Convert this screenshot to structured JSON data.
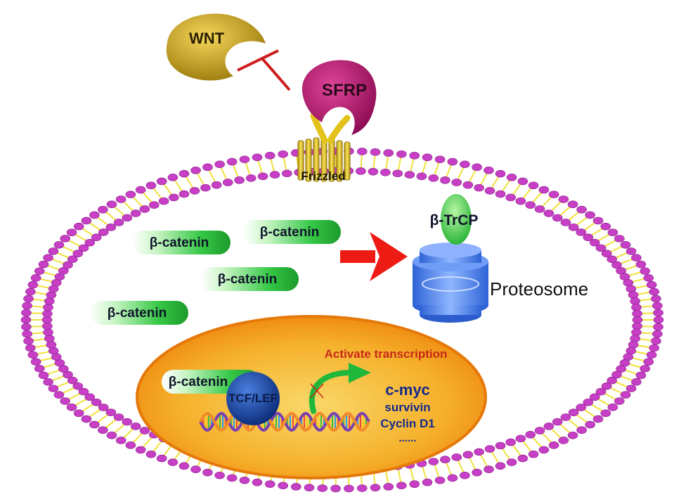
{
  "labels": {
    "wnt": "WNT",
    "sfrp": "SFRP",
    "frizzled": "Frizzled",
    "btrcp": "β-TrCP",
    "proteosome": "Proteosome",
    "activate": "Activate transcription",
    "tcf": "TCF/LEF",
    "nuclear_catenin": "β-catenin"
  },
  "cytoplasm_catenins": [
    "β-catenin",
    "β-catenin",
    "β-catenin",
    "β-catenin"
  ],
  "target_genes": [
    "c-myc",
    "survivin",
    "Cyclin D1",
    "......"
  ],
  "colors": {
    "wnt": "#c9a21a",
    "sfrp": "#b5156e",
    "frizzled": "#e3c21c",
    "membrane": "#c63fc5",
    "membrane_tail": "#f0e13a",
    "catenin": "#3fcf4a",
    "arrow": "#ee1b14",
    "inhibit": "#cc1d1d",
    "proteosome": "#4a84f0",
    "nucleus": "#f59a16",
    "nucleus_border": "#e5780a",
    "tcf": "#1f4fb0",
    "gene_text": "#142a8c",
    "activate_text": "#c8281a",
    "transcription_arrow": "#20b83a"
  }
}
